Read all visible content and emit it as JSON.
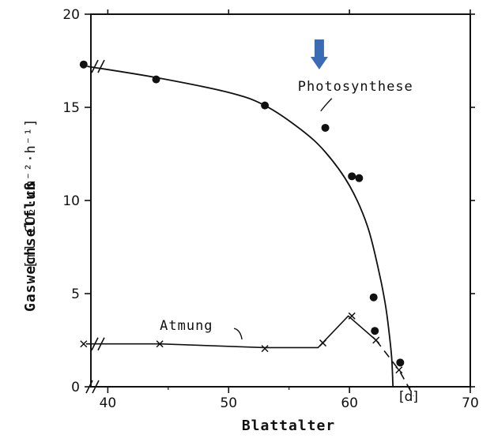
{
  "chart_data": {
    "type": "scatter",
    "xlabel": "Blattalter",
    "ylabel": "Gaswechselfluß",
    "ylabel_unit": "[ml CO₂·cm⁻²·h⁻¹]",
    "x_unit": "[d]",
    "xlim": [
      38,
      70
    ],
    "ylim": [
      0,
      20
    ],
    "x_ticks": [
      "40",
      "50",
      "60",
      "70"
    ],
    "x_tick_values": [
      40,
      50,
      60,
      70
    ],
    "y_ticks": [
      "0",
      "5",
      "10",
      "15",
      "20"
    ],
    "y_tick_values": [
      0,
      5,
      10,
      15,
      20
    ],
    "axis_break": true,
    "grid": false,
    "arrow_color": "#3a6bb5",
    "arrow_x": 57.5,
    "series": [
      {
        "name": "Photosynthese",
        "marker": "dot",
        "points": [
          [
            38,
            17.3
          ],
          [
            44,
            16.5
          ],
          [
            53,
            15.1
          ],
          [
            58,
            13.9
          ],
          [
            60.2,
            11.3
          ],
          [
            60.8,
            11.2
          ],
          [
            62,
            4.8
          ],
          [
            62.1,
            3.0
          ],
          [
            64.2,
            1.3
          ]
        ],
        "curve": [
          [
            38.3,
            17.2
          ],
          [
            44,
            16.6
          ],
          [
            50,
            15.8
          ],
          [
            53,
            15.1
          ],
          [
            56,
            13.8
          ],
          [
            58,
            12.6
          ],
          [
            60,
            10.8
          ],
          [
            61.5,
            8.6
          ],
          [
            62.5,
            6.0
          ],
          [
            63,
            4.3
          ],
          [
            63.3,
            2.8
          ],
          [
            63.5,
            1.5
          ],
          [
            63.6,
            0
          ]
        ],
        "label_x": 60.5,
        "label_y": 15.9
      },
      {
        "name": "Atmung",
        "marker": "cross",
        "points": [
          [
            38,
            2.3
          ],
          [
            44.3,
            2.3
          ],
          [
            53,
            2.05
          ],
          [
            57.8,
            2.35
          ],
          [
            60.2,
            3.8
          ],
          [
            62.2,
            2.5
          ],
          [
            64.1,
            0.9
          ]
        ],
        "line_solid": [
          [
            38.2,
            2.3
          ],
          [
            44.3,
            2.3
          ],
          [
            53,
            2.1
          ],
          [
            57.4,
            2.1
          ],
          [
            59.9,
            3.8
          ],
          [
            62.2,
            2.5
          ]
        ],
        "line_dashed": [
          [
            62.2,
            2.5
          ],
          [
            64.1,
            0.9
          ],
          [
            65.3,
            -0.5
          ]
        ],
        "label_x": 44.3,
        "label_y": 3.05
      }
    ]
  }
}
